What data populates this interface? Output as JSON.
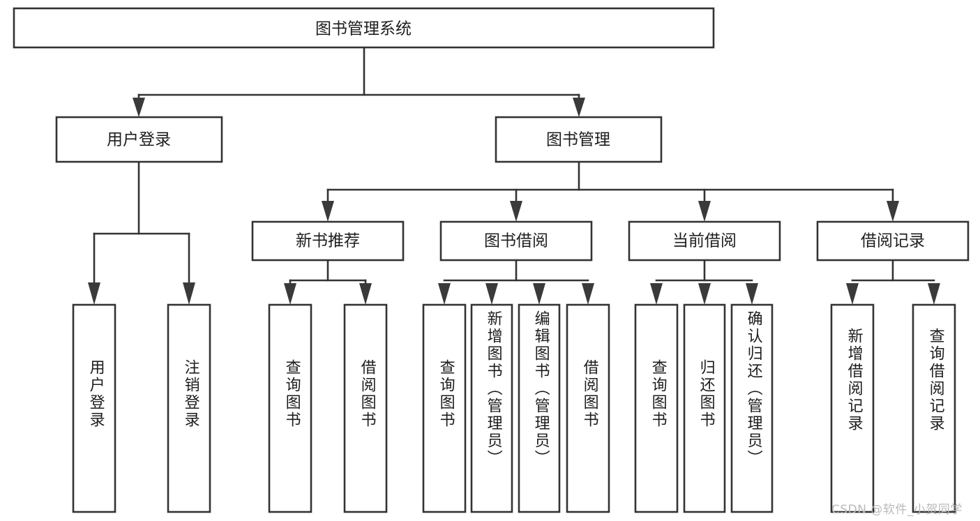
{
  "diagram": {
    "title": "图书管理系统",
    "type": "hierarchy-tree",
    "watermark": "CSDN @软件_小贺同学",
    "colors": {
      "background": "#ffffff",
      "box_stroke": "#333333",
      "box_fill": "#ffffff",
      "text": "#1d1d1d",
      "connector": "#333333",
      "watermark": "#b9b9b9"
    },
    "root": {
      "label": "图书管理系统"
    },
    "level2": [
      {
        "label": "用户登录"
      },
      {
        "label": "图书管理"
      }
    ],
    "level3": [
      {
        "label": "新书推荐"
      },
      {
        "label": "图书借阅"
      },
      {
        "label": "当前借阅"
      },
      {
        "label": "借阅记录"
      }
    ],
    "leaves": {
      "user_login": [
        {
          "label": "用户登录"
        },
        {
          "label": "注销登录"
        }
      ],
      "new_book_recommend": [
        {
          "label": "查询图书"
        },
        {
          "label": "借阅图书"
        }
      ],
      "book_borrow": [
        {
          "label": "查询图书"
        },
        {
          "label": "新增图书（管理员）"
        },
        {
          "label": "编辑图书（管理员）"
        },
        {
          "label": "借阅图书"
        }
      ],
      "current_borrow": [
        {
          "label": "查询图书"
        },
        {
          "label": "归还图书"
        },
        {
          "label": "确认归还（管理员）"
        }
      ],
      "borrow_record": [
        {
          "label": "新增借阅记录"
        },
        {
          "label": "查询借阅记录"
        }
      ]
    }
  }
}
